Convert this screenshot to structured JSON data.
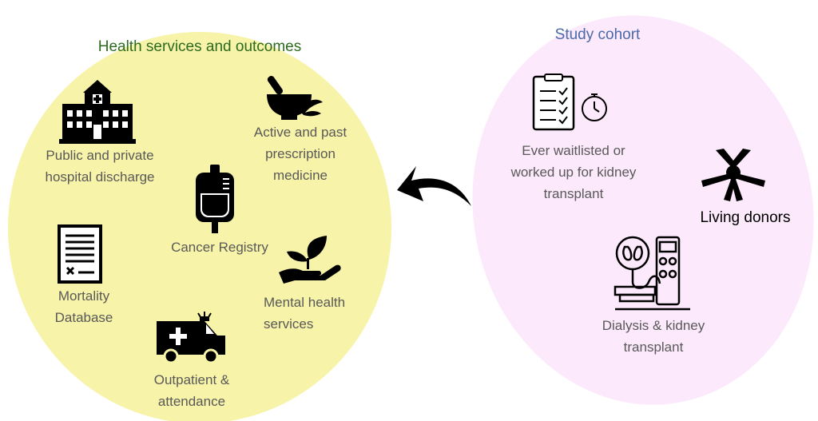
{
  "left_group": {
    "title": "Health services and outcomes",
    "fill": "#f7f3a8",
    "items": [
      {
        "id": "hospital",
        "icon": "hospital-icon",
        "lines": [
          "Public and private",
          "hospital discharge"
        ]
      },
      {
        "id": "prescription",
        "icon": "mortar-pestle-icon",
        "lines": [
          "Active and past",
          "prescription",
          "medicine"
        ]
      },
      {
        "id": "cancer",
        "icon": "iv-bag-icon",
        "lines": [
          "Cancer Registry"
        ]
      },
      {
        "id": "mortality",
        "icon": "death-certificate-icon",
        "lines": [
          "Mortality",
          "Database"
        ]
      },
      {
        "id": "mental",
        "icon": "hand-sprout-icon",
        "lines": [
          "Mental health",
          "services"
        ]
      },
      {
        "id": "outpatient",
        "icon": "ambulance-icon",
        "lines": [
          "Outpatient &",
          "attendance"
        ]
      }
    ]
  },
  "right_group": {
    "title": "Study cohort",
    "fill": "#fce9fb",
    "items": [
      {
        "id": "waitlist",
        "icon": "clipboard-timer-icon",
        "lines": [
          "Ever waitlisted or",
          "worked up for kidney",
          "transplant"
        ]
      },
      {
        "id": "donors",
        "icon": "joined-hands-icon",
        "lines": [
          "Living donors"
        ]
      },
      {
        "id": "dialysis",
        "icon": "kidney-dialysis-icon",
        "lines": [
          "Dialysis & kidney",
          "transplant"
        ]
      }
    ]
  },
  "arrow": {
    "icon": "curved-arrow-left-icon",
    "direction": "right-to-left"
  }
}
